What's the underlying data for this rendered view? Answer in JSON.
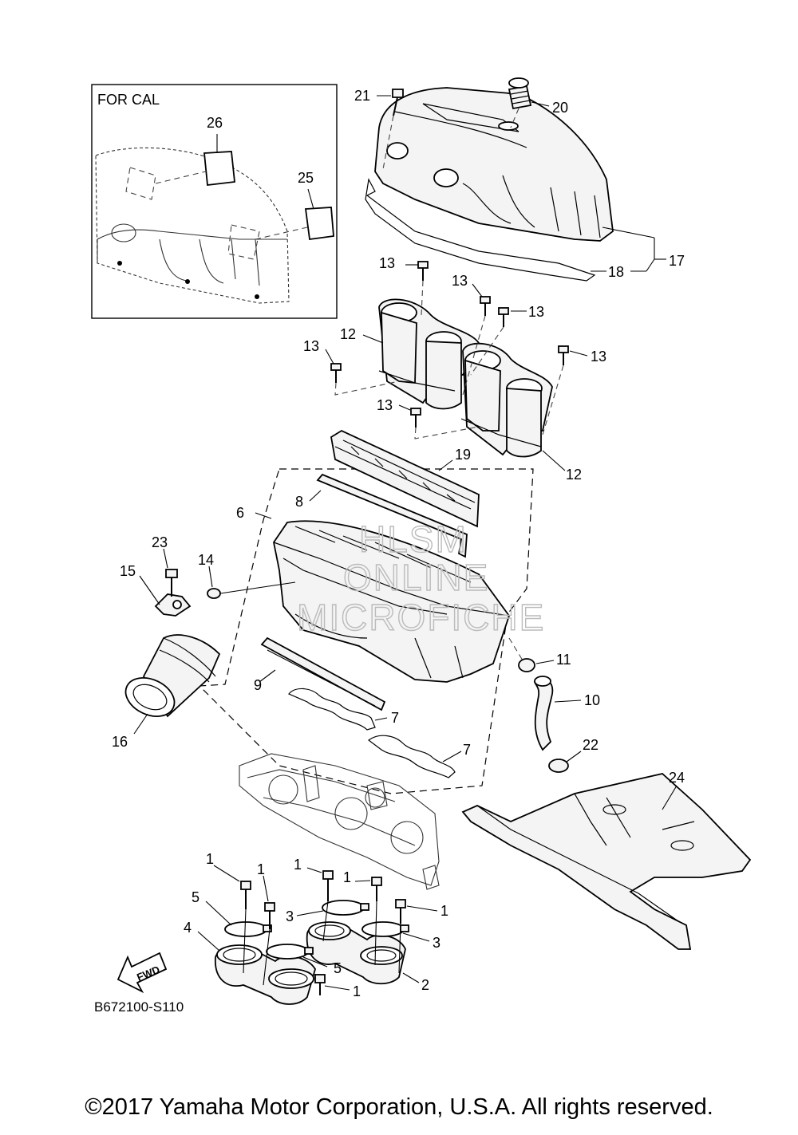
{
  "inset": {
    "title": "FOR CAL"
  },
  "callouts": {
    "c21": "21",
    "c20": "20",
    "c17": "17",
    "c18": "18",
    "c26": "26",
    "c25": "25",
    "c13a": "13",
    "c13b": "13",
    "c13c": "13",
    "c13d": "13",
    "c13e": "13",
    "c13f": "13",
    "c12a": "12",
    "c12b": "12",
    "c19": "19",
    "c8": "8",
    "c6": "6",
    "c23": "23",
    "c15": "15",
    "c14": "14",
    "c11": "11",
    "c10": "10",
    "c9": "9",
    "c16": "16",
    "c7a": "7",
    "c7b": "7",
    "c22": "22",
    "c24": "24",
    "c1a": "1",
    "c1b": "1",
    "c1c": "1",
    "c1d": "1",
    "c1e": "1",
    "c1f": "1",
    "c5a": "5",
    "c5b": "5",
    "c4": "4",
    "c3a": "3",
    "c3b": "3",
    "c2": "2"
  },
  "fwd_label": "FWD",
  "diagram_code": "B672100-S110",
  "watermark": {
    "line1": "HLSM",
    "line2": "ONLINE",
    "line3": "MICROFICHE"
  },
  "copyright": "©2017 Yamaha Motor Corporation, U.S.A. All rights reserved.",
  "icons": [
    "fwd-arrow-icon"
  ]
}
